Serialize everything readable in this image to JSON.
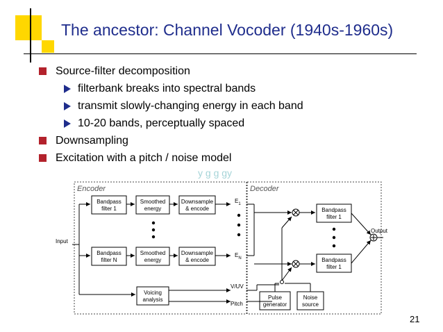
{
  "slide": {
    "title": "The ancestor: Channel Vocoder (1940s-1960s)",
    "bullets": [
      {
        "text": "Source-filter decomposition",
        "level": 1
      },
      {
        "text": "filterbank breaks into spectral bands",
        "level": 2
      },
      {
        "text": "transmit slowly-changing energy in each band",
        "level": 2
      },
      {
        "text": "10-20 bands, perceptually spaced",
        "level": 2
      },
      {
        "text": "Downsampling",
        "level": 1
      },
      {
        "text": "Excitation with a pitch / noise model",
        "level": 1
      }
    ],
    "ghost_text": "y   g g   gy",
    "page_number": "21",
    "colors": {
      "title": "#1f2d8c",
      "bullet_square": "#b3222c",
      "bullet_arrow": "#1f2d8c",
      "accent_yellow": "#ffd700"
    }
  },
  "diagram": {
    "encoder_label": "Encoder",
    "decoder_label": "Decoder",
    "input_label": "Input",
    "output_label": "Output",
    "blocks": {
      "bp1": [
        "Bandpass",
        "filter 1"
      ],
      "se1": [
        "Smoothed",
        "energy"
      ],
      "ds1": [
        "Downsample",
        "& encode"
      ],
      "bpN": [
        "Bandpass",
        "filter N"
      ],
      "seN": [
        "Smoothed",
        "energy"
      ],
      "dsN": [
        "Downsample",
        "& encode"
      ],
      "voicing": [
        "Voicing",
        "analysis"
      ],
      "dbp1": [
        "Bandpass",
        "filter 1"
      ],
      "dbpN": [
        "Bandpass",
        "filter 1"
      ],
      "pulse": [
        "Pulse",
        "generator"
      ],
      "noise": [
        "Noise",
        "source"
      ]
    },
    "e1": "E",
    "e1_sub": "1",
    "eN": "E",
    "eN_sub": "N",
    "vuv": "V/UV",
    "pitch": "Pitch"
  }
}
